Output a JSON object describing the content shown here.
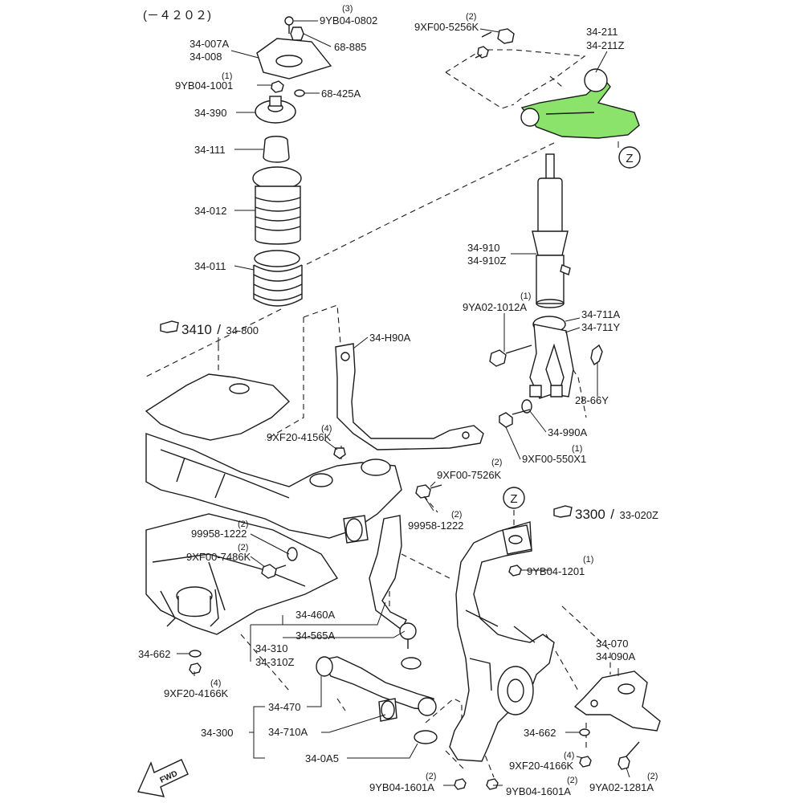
{
  "header": {
    "code": "(－４２０２)"
  },
  "highlight_color": "#8be36b",
  "ref_z_top": "Z",
  "ref_z_mid": "Z",
  "sections": {
    "s3410": {
      "num": "3410",
      "sep": "/",
      "code": "34-800"
    },
    "s3300": {
      "num": "3300",
      "sep": "/",
      "code": "33-020Z"
    }
  },
  "fwd_label": "FWD",
  "parts": {
    "p9YB04_0802": {
      "qty": "(3)",
      "code": "9YB04-0802"
    },
    "p34_007A": {
      "code": "34-007A"
    },
    "p34_008": {
      "code": "34-008"
    },
    "p68_885": {
      "code": "68-885"
    },
    "p9YB04_1001": {
      "qty": "(1)",
      "code": "9YB04-1001"
    },
    "p68_425A": {
      "code": "68-425A"
    },
    "p34_390": {
      "code": "34-390"
    },
    "p34_111": {
      "code": "34-111"
    },
    "p34_012": {
      "code": "34-012"
    },
    "p34_011": {
      "code": "34-011"
    },
    "p9XF00_5256K": {
      "qty": "(2)",
      "code": "9XF00-5256K"
    },
    "p34_211": {
      "code": "34-211"
    },
    "p34_211Z": {
      "code": "34-211Z"
    },
    "p34_910": {
      "code": "34-910"
    },
    "p34_910Z": {
      "code": "34-910Z"
    },
    "p9YA02_1012A": {
      "qty": "(1)",
      "code": "9YA02-1012A"
    },
    "p34_711A": {
      "code": "34-711A"
    },
    "p34_711Y": {
      "code": "34-711Y"
    },
    "p34_H90A": {
      "code": "34-H90A"
    },
    "p28_66Y": {
      "code": "28-66Y"
    },
    "p34_990A": {
      "code": "34-990A"
    },
    "p9XF00_550X1": {
      "qty": "(1)",
      "code": "9XF00-550X1"
    },
    "p9XF20_4156K": {
      "qty": "(4)",
      "code": "9XF20-4156K"
    },
    "p9XF00_7526K": {
      "qty": "(2)",
      "code": "9XF00-7526K"
    },
    "p99958_1222_r": {
      "qty": "(2)",
      "code": "99958-1222"
    },
    "p99958_1222_l": {
      "qty": "(2)",
      "code": "99958-1222"
    },
    "p9XF00_7486K": {
      "qty": "(2)",
      "code": "9XF00-7486K"
    },
    "p9YB04_1201": {
      "qty": "(1)",
      "code": "9YB04-1201"
    },
    "p34_460A": {
      "code": "34-460A"
    },
    "p34_565A": {
      "code": "34-565A"
    },
    "p34_310": {
      "code": "34-310"
    },
    "p34_310Z": {
      "code": "34-310Z"
    },
    "p34_662_l": {
      "code": "34-662"
    },
    "p9XF20_4166K_l": {
      "qty": "(4)",
      "code": "9XF20-4166K"
    },
    "p34_070": {
      "code": "34-070"
    },
    "p34_090A": {
      "code": "34-090A"
    },
    "p34_470": {
      "code": "34-470"
    },
    "p34_300": {
      "code": "34-300"
    },
    "p34_710A": {
      "code": "34-710A"
    },
    "p34_0A5": {
      "code": "34-0A5"
    },
    "p34_662_r": {
      "code": "34-662"
    },
    "p9XF20_4166K_r": {
      "qty": "(4)",
      "code": "9XF20-4166K"
    },
    "p9YB04_1601A_l": {
      "qty": "(2)",
      "code": "9YB04-1601A"
    },
    "p9YB04_1601A_r": {
      "qty": "(2)",
      "code": "9YB04-1601A"
    },
    "p9YA02_1281A": {
      "qty": "(2)",
      "code": "9YA02-1281A"
    }
  }
}
